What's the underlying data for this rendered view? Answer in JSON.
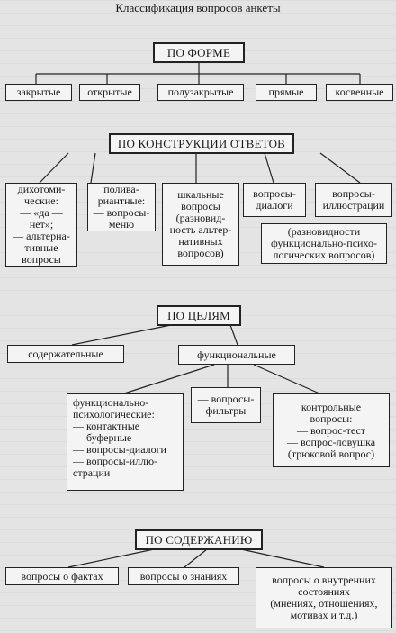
{
  "title": "Классификация вопросов анкеты",
  "by_form": {
    "heading": "ПО ФОРМЕ",
    "items": [
      "закрытые",
      "открытые",
      "полузакрытые",
      "прямые",
      "косвенные"
    ]
  },
  "by_construction": {
    "heading": "ПО КОНСТРУКЦИИ ОТВЕТОВ",
    "items": [
      "дихотоми-\nческие:\n— «да — нет»;\n— альтерна-\nтивные\nвопросы",
      "полива-\nриантные:\n— вопросы-\nменю",
      "шкальные\nвопросы\n(разновид-\nность альтер-\nнативных\nвопросов)",
      "вопросы-\nдиалоги",
      "вопросы-\nиллюстрации"
    ],
    "note": "(разновидности\nфункционально-психо-\nлогических вопросов)"
  },
  "by_goals": {
    "heading": "ПО ЦЕЛЯМ",
    "items": [
      "содержательные",
      "функциональные"
    ],
    "sub": [
      "функционально-\nпсихологические:\n— контактные\n— буферные\n— вопросы-диалоги\n— вопросы-иллю-\n   страции",
      "— вопросы-\nфильтры",
      "контрольные\nвопросы:\n— вопрос-тест\n— вопрос-ловушка\n(трюковой вопрос)"
    ]
  },
  "by_content": {
    "heading": "ПО СОДЕРЖАНИЮ",
    "items": [
      "вопросы о фактах",
      "вопросы о знаниях",
      "вопросы о внутренних\nсостояниях\n(мнениях, отношениях,\nмотивах и т.д.)"
    ]
  }
}
